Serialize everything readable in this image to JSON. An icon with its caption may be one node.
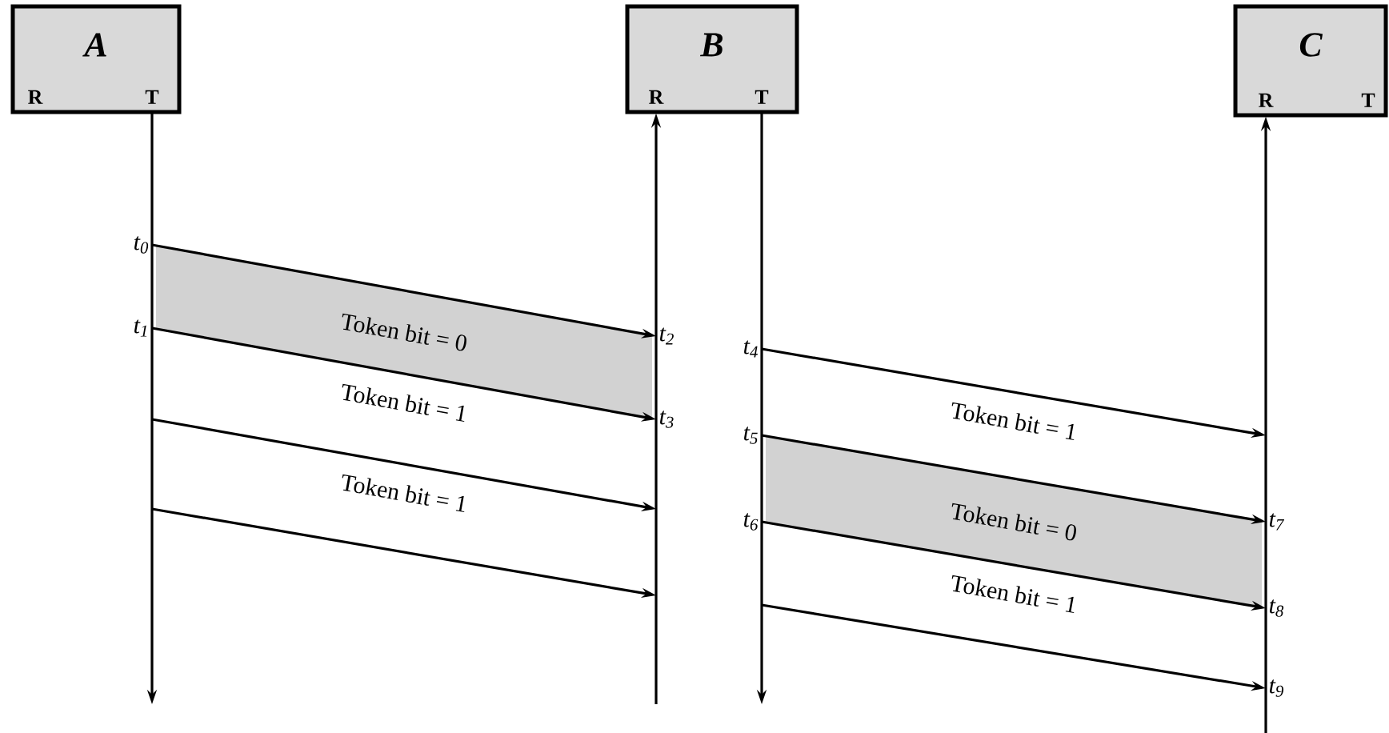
{
  "diagram": {
    "nodes": [
      {
        "text": [
          "A",
          "R",
          "T"
        ]
      },
      {
        "text": [
          "B",
          "R",
          "T"
        ]
      },
      {
        "text": [
          "C",
          "R",
          "T"
        ]
      },
      {
        "text": [
          "t$_{0}$"
        ]
      },
      {
        "text": [
          "t$_{1}$"
        ]
      },
      {
        "text": [
          "t$_{2}$"
        ]
      },
      {
        "text": [
          "t$_{3}$"
        ]
      },
      {
        "text": [
          "t$_{4}$"
        ]
      },
      {
        "text": [
          "t$_{5}$"
        ]
      },
      {
        "text": [
          "t$_{6}$"
        ]
      },
      {
        "text": [
          "t$_{7}$"
        ]
      },
      {
        "text": [
          "t$_{8}$"
        ]
      },
      {
        "text": [
          "t$_{9}$"
        ]
      },
      {
        "text": [
          "Token bit = 0"
        ]
      },
      {
        "text": [
          "Token bit = 0"
        ]
      }
    ],
    "edges": [
      {
        "from": 0,
        "to": null,
        "arrow": "to"
      },
      {
        "from": null,
        "to": 1,
        "arrow": "to"
      },
      {
        "from": 1,
        "to": null,
        "arrow": "to"
      },
      {
        "from": null,
        "to": 2,
        "arrow": "to"
      },
      {
        "from": 3,
        "to": 5,
        "arrow": "to"
      },
      {
        "from": 4,
        "to": 6,
        "arrow": "to",
        "label": "Token bit = 1"
      },
      {
        "from": 7,
        "to": null,
        "arrow": "to",
        "label": "Token bit = 1"
      },
      {
        "from": 8,
        "to": 10,
        "arrow": "to"
      },
      {
        "from": 9,
        "to": 11,
        "arrow": "to",
        "label": "Token bit = 1"
      },
      {
        "from": null,
        "to": 12,
        "arrow": "to"
      }
    ],
    "labels": [
      "Token bit = 1"
    ]
  }
}
